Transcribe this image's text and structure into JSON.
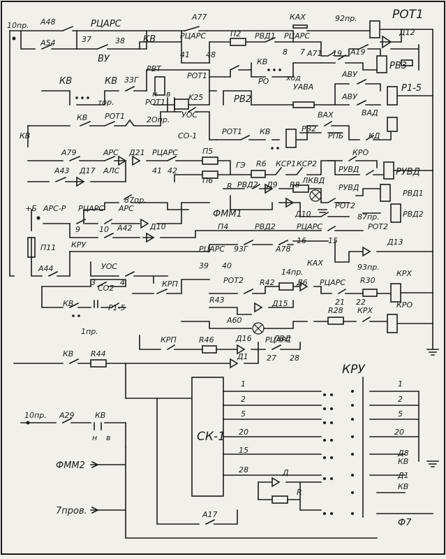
{
  "labels": {
    "t_10pr": "10пр.",
    "a48": "A48",
    "rtsars1": "РЦАРС",
    "a77": "A77",
    "kax1": "КАХ",
    "pr92": "92пр.",
    "rot1_top": "РОТ1",
    "a54": "A54",
    "n37": "37",
    "n38": "38",
    "vu": "ВУ",
    "kv1": "КВ",
    "rtsars2": "РЦАРС",
    "p2": "П2",
    "rvd1": "РВД1",
    "rtsars3": "РЦАРС",
    "d12": "Д12",
    "n41a": "41",
    "n48": "48",
    "n8": "8",
    "n7": "7",
    "a71": "A71",
    "n19": "19",
    "a19": "A19",
    "rvt": "РВТ",
    "rot1b": "РОТ1",
    "kv2": "КВ",
    "ro": "РО",
    "xod": "ход",
    "rv3": "РВ3",
    "kv3": "КВ",
    "kv4": "КВ",
    "t33g": "33Г",
    "tor": "тор.",
    "rot1c": "РОТ1",
    "k25": "K25",
    "rv2a": "РВ2",
    "uava": "УАВА",
    "avu1": "АВУ",
    "avu2": "АВУ",
    "r15": "Р1-5",
    "kv5": "КВ",
    "rot1d": "РОТ1",
    "pr2": "2Опр.",
    "uos1": "УОС",
    "vax": "ВАХ",
    "vad": "ВАД",
    "kv6": "КВ",
    "co1": "СО-1",
    "rot1e": "РОТ1",
    "kv7": "КВ",
    "rv2b": "РВ2",
    "rpb": "РПБ",
    "kd": "КД",
    "a79": "A79",
    "ars": "АРС",
    "d21": "Д21",
    "rtsars4": "РЦАРС",
    "p5": "П5",
    "kro": "КРО",
    "a43": "A43",
    "d17": "Д17",
    "als": "АЛС",
    "n41b": "41",
    "n42": "42",
    "p6": "П6",
    "ge": "ГЭ",
    "r6": "R6",
    "kcr1": "КСР1",
    "kcr2": "КСР2",
    "ruvd1": "РУВД",
    "ruvd2": "РУВД",
    "r": "R",
    "rvd2a": "РВД2",
    "d9": "Д9",
    "r8": "R8",
    "lkvd": "ЛКВД",
    "ruvd3": "РУВД",
    "rvd1b": "РВД1",
    "pr87a": "87пр.",
    "plusb": "+Б",
    "arsr": "АРС-Р",
    "rtsars5": "РЦАРС",
    "ars2": "АРС",
    "fmm1": "ФММ1",
    "d10a": "Д10",
    "rot2a": "РОТ2",
    "pr87b": "87пр.",
    "rvd2b": "РВД2",
    "n9": "9",
    "n10": "10",
    "a42": "A42",
    "d10b": "Д10",
    "p4": "П4",
    "rvd2c": "РВД2",
    "rtsars6": "РЦАРС",
    "rot2b": "РОТ2",
    "p11": "П11",
    "kru1": "КРУ",
    "n16": "16",
    "n15": "15",
    "rtsars7": "РЦАРС",
    "g93": "93Г",
    "a78": "A78",
    "d13": "Д13",
    "a44": "A44",
    "n39": "39",
    "n40": "40",
    "kax2": "КАХ",
    "pr93": "93пр.",
    "uos2": "УОС",
    "krp1": "КРП",
    "rot2c": "РОТ2",
    "pr14": "14пр.",
    "krx1": "КРХ",
    "n3": "3",
    "co2": "СО2",
    "n4": "4",
    "r42": "R42",
    "d6": "Д6",
    "rtsars8": "РЦАРС",
    "r30": "R30",
    "kv8": "КВ",
    "r15b": "Р1-5",
    "r43": "R43",
    "d15": "Д15",
    "n21": "21",
    "n22": "22",
    "pr1": "1пр.",
    "a60": "A60",
    "lvd": "ЛВД",
    "r28": "R28",
    "krx2": "КРХ",
    "kro2": "КРО",
    "krp2": "КРП",
    "r46": "R46",
    "d16": "Д16",
    "rtsars9": "РЦАРС",
    "n27": "27",
    "n28a": "28",
    "kv9": "КВ",
    "r44": "R44",
    "d1": "Д1",
    "kru2": "КРУ",
    "ck1": "СК-1",
    "t10pr2": "10пр.",
    "a29": "A29",
    "kv10": "КВ",
    "fmm2": "ФММ2",
    "pr7": "7пров.",
    "a17": "A17",
    "d8": "Д8",
    "kv11": "КВ",
    "d1b": "Д1",
    "kv12": "КВ",
    "f7": "Ф7",
    "d_small": "Д",
    "r_small": "R",
    "n_h1": "н",
    "n_b1": "в",
    "n_h2": "н",
    "n_b2": "в"
  },
  "ck_rows": {
    "left": [
      "1",
      "2",
      "5",
      "20",
      "15",
      "28"
    ],
    "right": [
      "1",
      "2",
      "5",
      "20"
    ]
  }
}
